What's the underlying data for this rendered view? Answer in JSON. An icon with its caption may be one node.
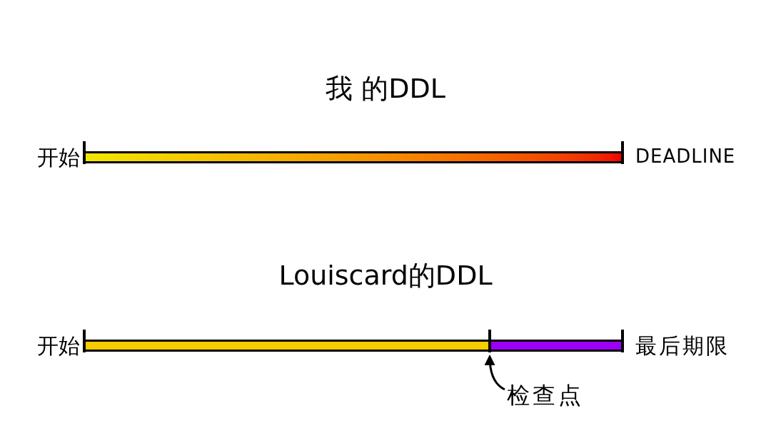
{
  "diagram": {
    "nodes": [
      {
        "text": [
          "检查点"
        ]
      },
      {
        "text": [],
        "shape": "bar"
      }
    ],
    "edges": [
      {
        "from": 0,
        "to": 1,
        "arrow": "to"
      }
    ],
    "labels": [
      "我 的DDL",
      "开始",
      "DEADLINE",
      "Louiscard的DDL",
      "开始",
      "最后期限"
    ]
  }
}
